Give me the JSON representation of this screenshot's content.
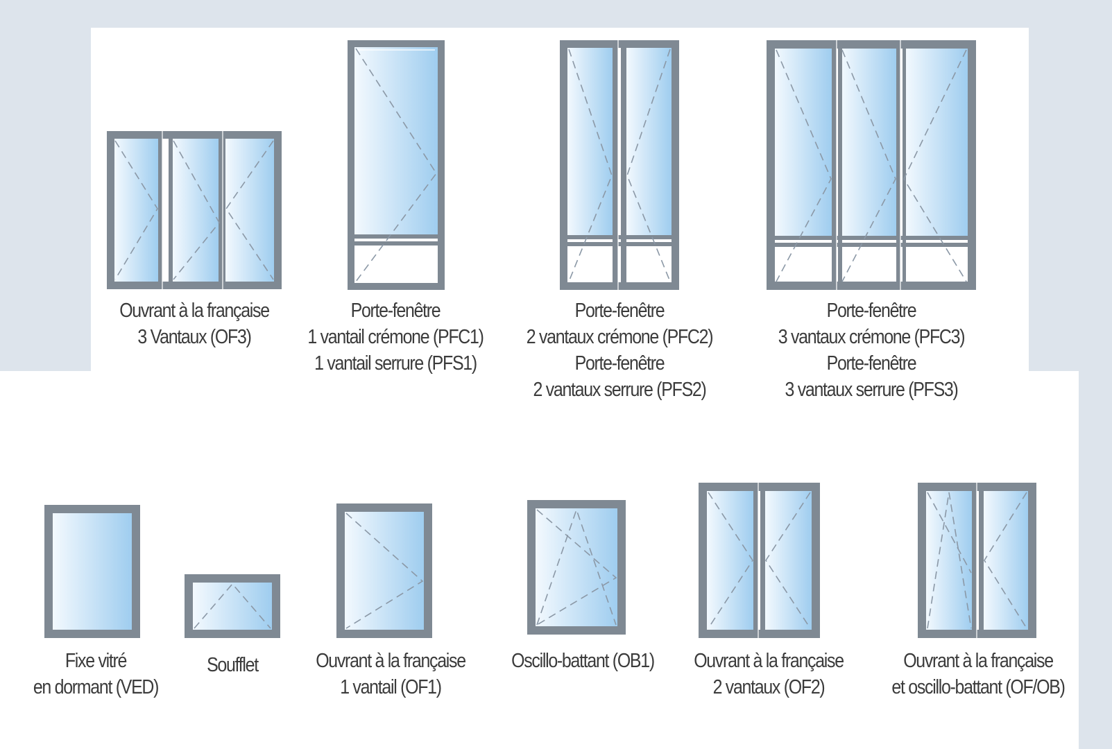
{
  "colors": {
    "frame": "#7f8993",
    "glass_light": "#f3f9fe",
    "glass_dark": "#9fcdef",
    "dash": "#8b98a6",
    "background": "#dde4ec",
    "panel": "#ffffff"
  },
  "windows": [
    {
      "id": "OF3",
      "lines": [
        "Ouvrant à la française",
        "3 Vantaux (OF3)"
      ]
    },
    {
      "id": "PFC1",
      "lines": [
        "Porte-fenêtre",
        "1 vantail crémone (PFC1)",
        "1 vantail serrure (PFS1)"
      ]
    },
    {
      "id": "PFC2",
      "lines": [
        "Porte-fenêtre",
        "2 vantaux crémone (PFC2)",
        "Porte-fenêtre",
        "2 vantaux serrure (PFS2)"
      ]
    },
    {
      "id": "PFC3",
      "lines": [
        "Porte-fenêtre",
        "3 vantaux crémone (PFC3)",
        "Porte-fenêtre",
        "3 vantaux serrure (PFS3)"
      ]
    },
    {
      "id": "VED",
      "lines": [
        "Fixe vitré",
        "en dormant (VED)"
      ]
    },
    {
      "id": "soufflet",
      "lines": [
        "Soufflet"
      ]
    },
    {
      "id": "OF1",
      "lines": [
        "Ouvrant à la française",
        "1 vantail (OF1)"
      ]
    },
    {
      "id": "OB1",
      "lines": [
        "Oscillo-battant (OB1)"
      ]
    },
    {
      "id": "OF2",
      "lines": [
        "Ouvrant à la française",
        "2 vantaux (OF2)"
      ]
    },
    {
      "id": "OFOB",
      "lines": [
        "Ouvrant à la française",
        "et oscillo-battant (OF/OB)"
      ]
    }
  ]
}
